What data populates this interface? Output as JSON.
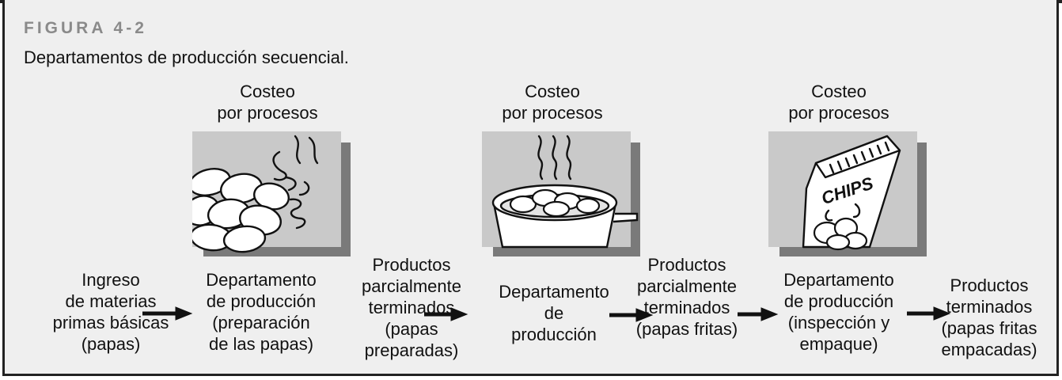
{
  "figure": {
    "label": "FIGURA 4-2",
    "caption": "Departamentos de producción secuencial."
  },
  "costing_labels": [
    "Costeo\npor procesos",
    "Costeo\npor procesos",
    "Costeo\npor procesos"
  ],
  "flow": {
    "input": "Ingreso\nde materias\nprimas básicas\n(papas)",
    "dept1": "Departamento\nde producción\n(preparación\nde las papas)",
    "intermediate1": "Productos\nparcialmente\nterminados\n(papas\npreparadas)",
    "dept2": "Departamento\nde\nproducción",
    "intermediate2": "Productos\nparcialmente\nterminados\n(papas fritas)",
    "dept3": "Departamento\nde producción\n(inspección y\nempaque)",
    "output": "Productos\nterminados\n(papas fritas\nempacadas)"
  },
  "illustrations": {
    "panel1_icon": "potatoes-cooking-icon",
    "panel2_icon": "frying-pot-icon",
    "panel3_icon": "chips-bag-icon",
    "bag_text": "CHIPS"
  },
  "colors": {
    "background": "#efefef",
    "frame": "#222222",
    "panel_fill": "#c9c9c9",
    "panel_shadow": "#7a7a7a",
    "label_gray": "#8a8a8a"
  }
}
